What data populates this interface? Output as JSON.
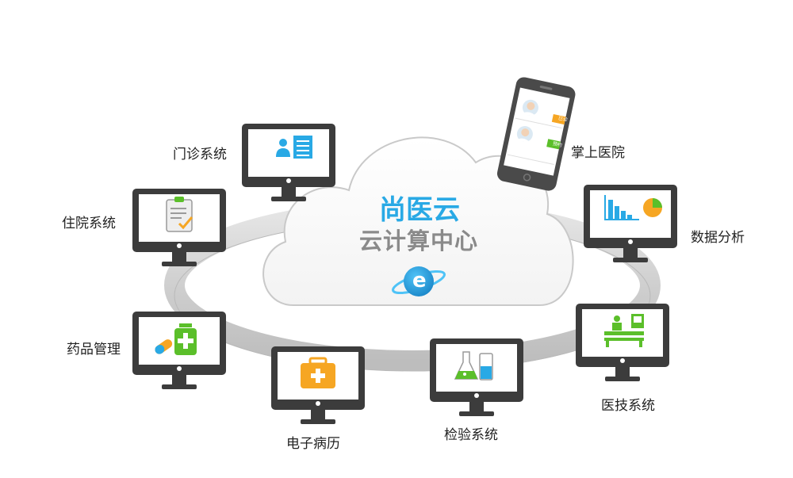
{
  "center": {
    "title": "尚医云",
    "subtitle": "云计算中心",
    "logo_letter": "e"
  },
  "modules": [
    {
      "label": "门诊系统",
      "icon": "patient-list-icon"
    },
    {
      "label": "住院系统",
      "icon": "clipboard-check-icon"
    },
    {
      "label": "药品管理",
      "icon": "medicine-icon"
    },
    {
      "label": "电子病历",
      "icon": "medical-kit-icon"
    },
    {
      "label": "检验系统",
      "icon": "lab-flask-icon"
    },
    {
      "label": "医技系统",
      "icon": "exam-bed-icon"
    },
    {
      "label": "数据分析",
      "icon": "chart-icon"
    },
    {
      "label": "掌上医院",
      "icon": "phone-icon"
    }
  ],
  "phone": {
    "badge_top": "已诊",
    "badge_bottom": "预约"
  },
  "colors": {
    "brand_blue": "#29a9e5",
    "monitor_frame": "#3c3c3c",
    "green": "#5bbf2a",
    "orange": "#f6a623"
  }
}
